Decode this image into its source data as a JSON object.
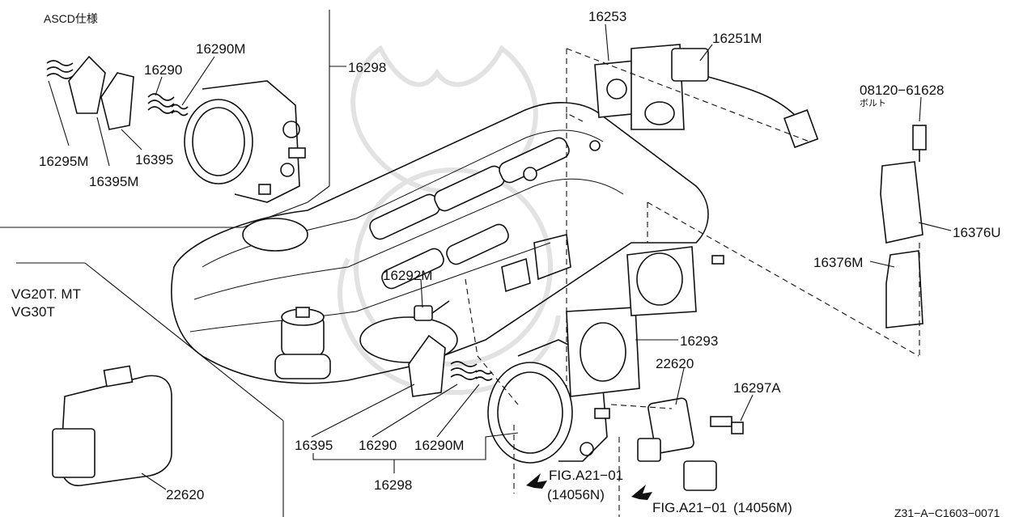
{
  "callouts": {
    "ascd": "ASCD仕様",
    "p16298_top": "16298",
    "p16290m_top": "16290M",
    "p16290_top": "16290",
    "p16295m": "16295M",
    "p16395m": "16395M",
    "p16395_top": "16395",
    "p16253": "16253",
    "p16251m": "16251M",
    "p08120": "08120−61628",
    "bolt": "ボルト",
    "p16376u": "16376U",
    "p16376m": "16376M",
    "p16292m": "16292M",
    "p16293": "16293",
    "p22620_right": "22620",
    "p16297a": "16297A",
    "variant_line1": "VG20T. MT",
    "variant_line2": "VG30T",
    "p22620_left": "22620",
    "p16395_bottom": "16395",
    "p16290_bottom": "16290",
    "p16290m_bottom": "16290M",
    "p16298_bottom": "16298",
    "fig_a_ref": "FIG.A21−01",
    "fig_a_part": "(14056N)",
    "fig_b_ref": "FIG.A21−01",
    "fig_b_part": "(14056M)",
    "drawing_code": "Z31−A−C1603−0071"
  },
  "icons": {
    "arrow_a": "pointer-arrow-icon",
    "arrow_b": "pointer-arrow-icon"
  }
}
